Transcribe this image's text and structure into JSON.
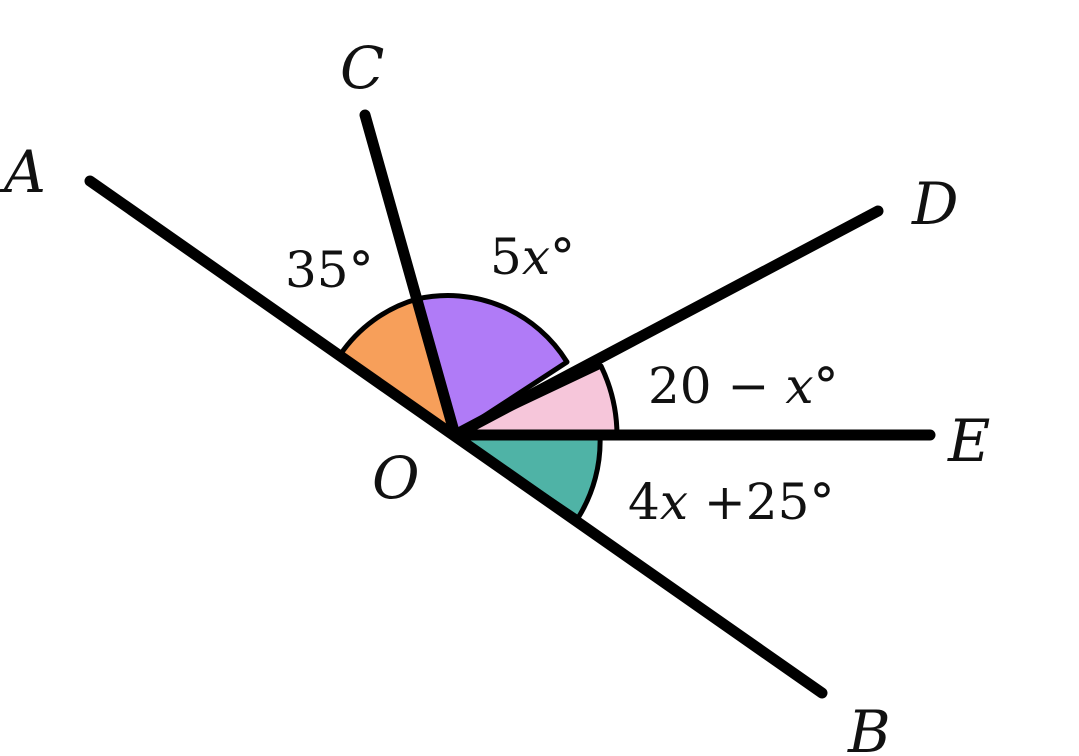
{
  "figure": {
    "points": {
      "A": "A",
      "B": "B",
      "C": "C",
      "D": "D",
      "E": "E",
      "O": "O"
    },
    "angles": {
      "AOC": {
        "number": "35",
        "degree": "°"
      },
      "COD": {
        "number": "5",
        "variable": "x",
        "degree": "°"
      },
      "DOE": {
        "number": "20 − ",
        "variable": "x",
        "degree": "°"
      },
      "EOB": {
        "number": "4",
        "variable": "x",
        "rest": " +25",
        "degree": "°"
      }
    },
    "colors": {
      "AOC": "#F79F5A",
      "COD": "#B07BF7",
      "DOE": "#F6C6DA",
      "EOB": "#4FB3A6",
      "lines": "#000000"
    }
  }
}
